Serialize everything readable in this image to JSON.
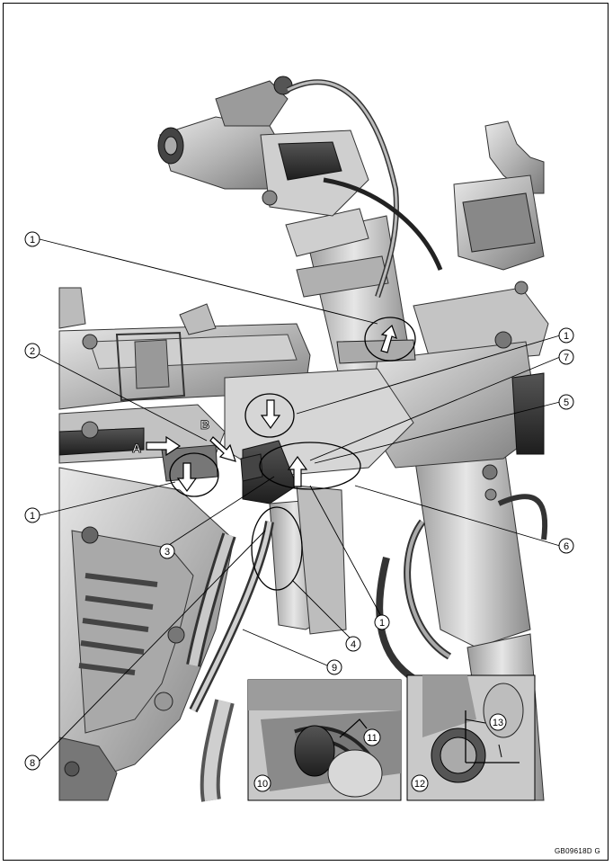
{
  "figure": {
    "code": "GB09618D  G",
    "view_labels": {
      "a": "A",
      "b": "B"
    },
    "callouts": [
      "1",
      "2",
      "3",
      "4",
      "5",
      "6",
      "7",
      "8",
      "9",
      "10",
      "11",
      "12",
      "13"
    ]
  }
}
